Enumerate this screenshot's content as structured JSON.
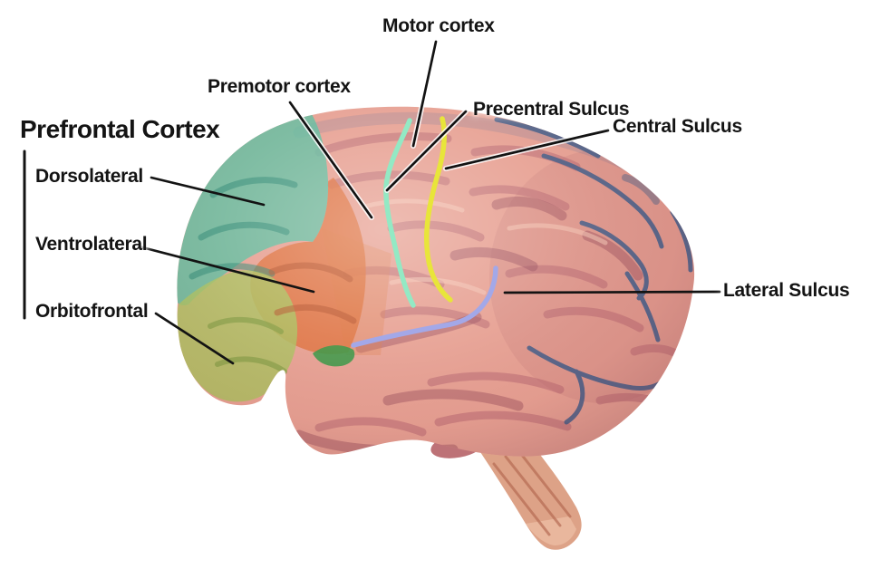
{
  "figure": {
    "type": "brain-lateral-view-anatomy-diagram",
    "background": "#ffffff"
  },
  "labels": {
    "motor_cortex": "Motor cortex",
    "premotor_cortex": "Premotor cortex",
    "precentral_sulcus": "Precentral Sulcus",
    "central_sulcus": "Central Sulcus",
    "prefrontal_cortex": "Prefrontal Cortex",
    "dorsolateral": "Dorsolateral",
    "ventrolateral": "Ventrolateral",
    "orbitofrontal": "Orbitofrontal",
    "lateral_sulcus": "Lateral Sulcus"
  },
  "colors": {
    "brain_base": "#e7a092",
    "brain_sulcus": "#b4636e",
    "dorsolateral_region": "#57bd9d",
    "ventrolateral_region": "#de6f3b",
    "orbitofrontal_region": "#a9bf5e",
    "orbitofrontal_deep_green": "#2f9540",
    "precentral_sulcus_line": "#93e9c4",
    "central_sulcus_line": "#e8e53a",
    "lateral_sulcus_line": "#a3a8e8",
    "vein": "#3f5c88",
    "brainstem": "#dda287",
    "pointer_line": "#131313",
    "label_text": "#141414"
  }
}
